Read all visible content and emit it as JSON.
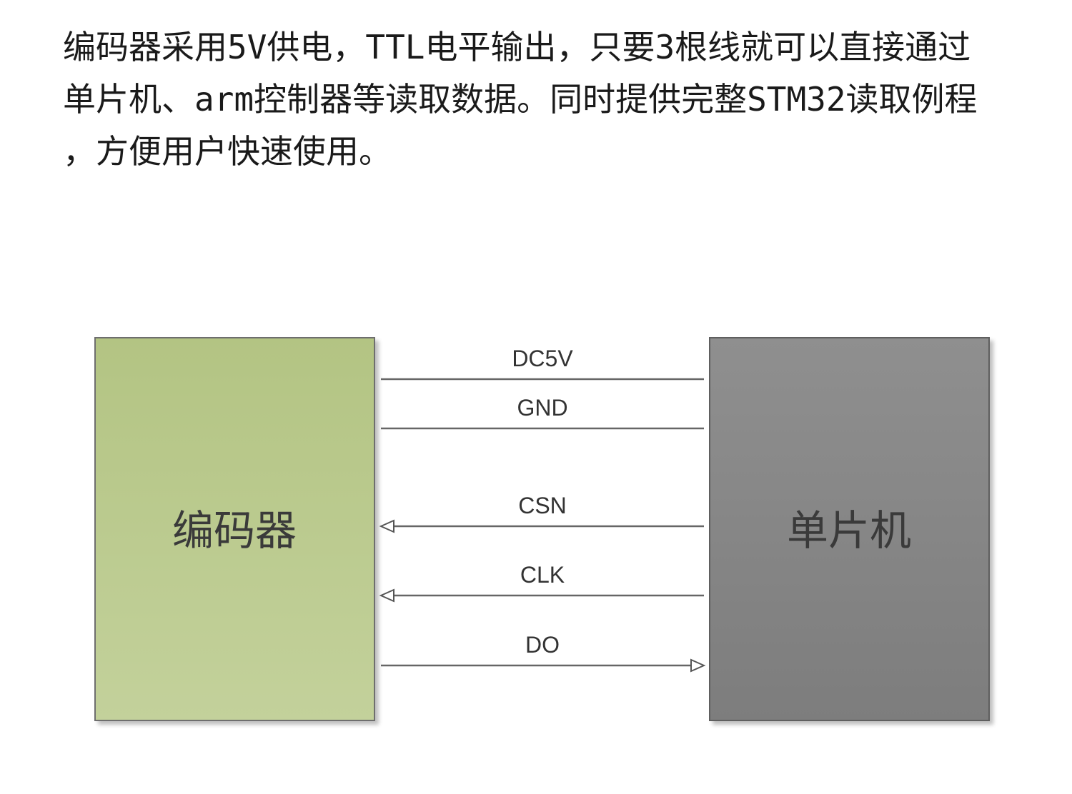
{
  "intro_text": {
    "lines": [
      "编码器采用5V供电，TTL电平输出，只要3根线就可以直接通过",
      "单片机、arm控制器等读取数据。同时提供完整STM32读取例程",
      "，方便用户快速使用。"
    ]
  },
  "diagram": {
    "encoder_label": "编码器",
    "mcu_label": "单片机",
    "encoder_color": "#b5c589",
    "mcu_color": "#878787",
    "signals": [
      {
        "label": "DC5V",
        "direction": "none"
      },
      {
        "label": "GND",
        "direction": "none"
      },
      {
        "label": "CSN",
        "direction": "to-encoder"
      },
      {
        "label": "CLK",
        "direction": "to-encoder"
      },
      {
        "label": "DO",
        "direction": "to-mcu"
      }
    ]
  }
}
